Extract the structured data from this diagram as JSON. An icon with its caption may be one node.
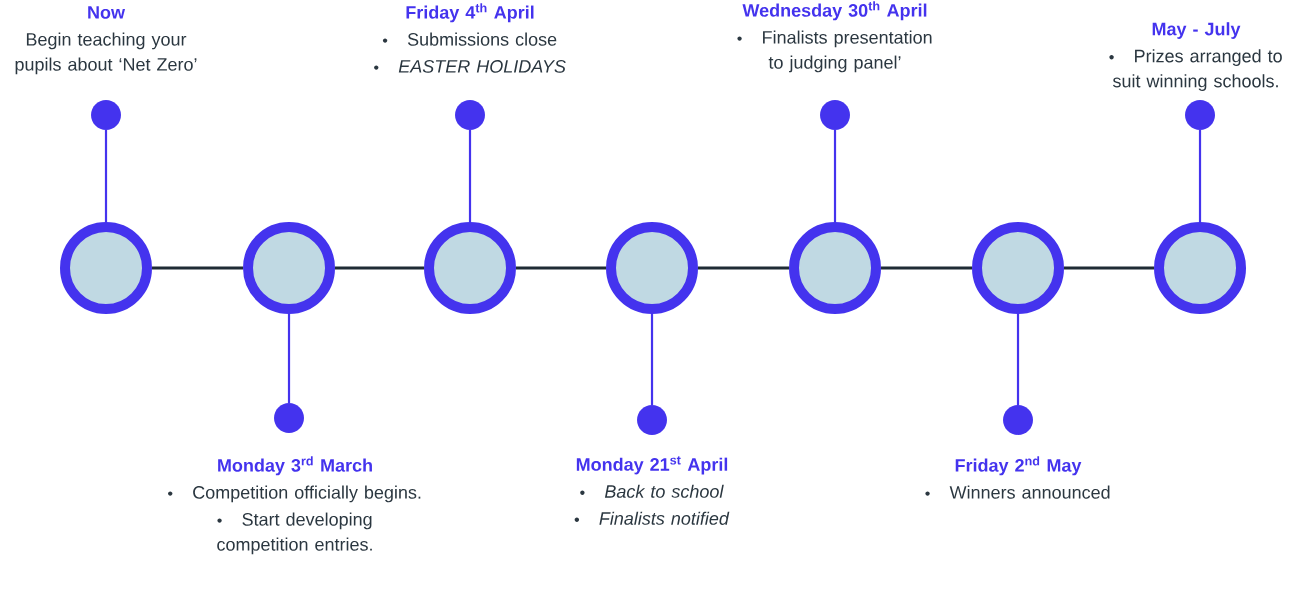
{
  "diagram": {
    "nodes": [
      {
        "text": [],
        "shape": "circle"
      },
      {
        "text": [],
        "shape": "circle"
      },
      {
        "text": [],
        "shape": "circle"
      },
      {
        "text": [],
        "shape": "circle"
      },
      {
        "text": [],
        "shape": "circle"
      },
      {
        "text": [],
        "shape": "circle"
      },
      {
        "text": [],
        "shape": "circle"
      },
      {
        "text": [],
        "shape": "circle",
        "beside": [
          "Now",
          "Begin teaching your pupils about ‘Net Zero’"
        ]
      },
      {
        "text": [],
        "shape": "circle",
        "beside": [
          "Monday 3$^{rd}$ March",
          "Competition officially begins.",
          "Start developing competition entries."
        ]
      },
      {
        "text": [],
        "shape": "circle",
        "beside": [
          "Friday 4$^{th}$ April",
          "Submissions close",
          "*EASTER HOLIDAYS*"
        ]
      },
      {
        "text": [],
        "shape": "circle",
        "beside": [
          "Monday 21$^{st}$ April",
          "*Back to school*",
          "*Finalists notified*"
        ]
      },
      {
        "text": [],
        "shape": "circle",
        "beside": [
          "Wednesday 30$^{th}$ April",
          "Finalists presentation to judging panel’"
        ]
      },
      {
        "text": [],
        "shape": "circle",
        "beside": [
          "Friday 2$^{nd}$ May",
          "Winners announced"
        ]
      },
      {
        "text": [],
        "shape": "circle",
        "beside": [
          "May - July",
          "Prizes arranged to suit winning schools."
        ]
      }
    ],
    "edges": [
      {
        "from": 0,
        "to": 1,
        "arrow": "none",
        "color": "#1f2b35"
      },
      {
        "from": 1,
        "to": 2,
        "arrow": "none",
        "color": "#1f2b35"
      },
      {
        "from": 2,
        "to": 3,
        "arrow": "none",
        "color": "#1f2b35"
      },
      {
        "from": 3,
        "to": 4,
        "arrow": "none",
        "color": "#1f2b35"
      },
      {
        "from": 4,
        "to": 5,
        "arrow": "none",
        "color": "#1f2b35"
      },
      {
        "from": 5,
        "to": 6,
        "arrow": "none",
        "color": "#1f2b35"
      },
      {
        "from": 0,
        "to": 7,
        "arrow": "none"
      },
      {
        "from": 1,
        "to": 8,
        "arrow": "none"
      },
      {
        "from": 2,
        "to": 9,
        "arrow": "none"
      },
      {
        "from": 3,
        "to": 10,
        "arrow": "none"
      },
      {
        "from": 4,
        "to": 11,
        "arrow": "none"
      },
      {
        "from": 5,
        "to": 12,
        "arrow": "none"
      },
      {
        "from": 6,
        "to": 13,
        "arrow": "none"
      }
    ]
  }
}
